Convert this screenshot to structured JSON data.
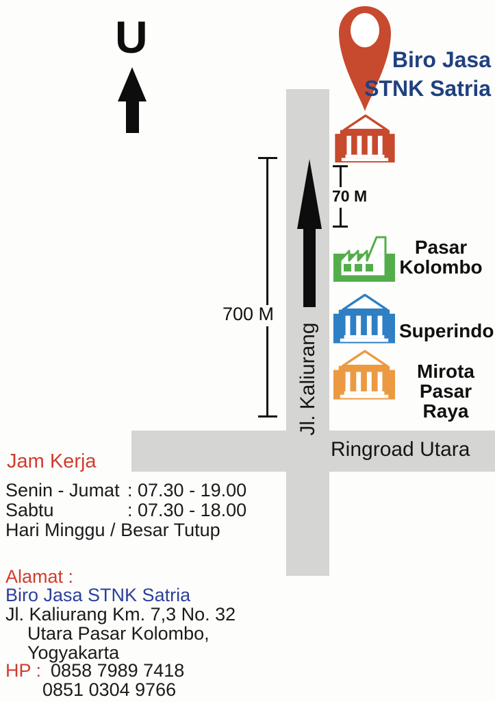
{
  "colors": {
    "pin_red": "#c7492e",
    "factory_green": "#54ad4b",
    "superindo_blue": "#2e7fc4",
    "mirota_orange": "#eb9a42",
    "road_gray": "#d5d5d4",
    "title_navy": "#20407f",
    "accent_red_text": "#d23b2e",
    "address_blue": "#2c3f9c"
  },
  "compass": {
    "label": "U"
  },
  "header": {
    "title_line1": "Biro Jasa",
    "title_line2": "STNK Satria"
  },
  "map": {
    "vertical_road_label": "Jl. Kaliurang",
    "horizontal_road_label": "Ringroad Utara",
    "distance_small": "70 M",
    "distance_large": "700 M",
    "landmarks": [
      {
        "name": "Biro Jasa STNK Satria",
        "icon": "classical-building",
        "color": "#c7492e",
        "label_lines": []
      },
      {
        "name": "Pasar Kolombo",
        "icon": "factory",
        "color": "#54ad4b",
        "label_lines": [
          "Pasar",
          "Kolombo"
        ]
      },
      {
        "name": "Superindo",
        "icon": "classical-building",
        "color": "#2e7fc4",
        "label_lines": [
          "Superindo"
        ]
      },
      {
        "name": "Mirota Pasar Raya",
        "icon": "classical-building",
        "color": "#eb9a42",
        "label_lines": [
          "Mirota",
          "Pasar Raya"
        ]
      }
    ]
  },
  "hours": {
    "heading": "Jam Kerja",
    "rows": [
      {
        "label": "Senin - Jumat",
        "time": ": 07.30 - 19.00"
      },
      {
        "label": "Sabtu",
        "time": ": 07.30 - 18.00"
      }
    ],
    "closed_note": "Hari Minggu / Besar Tutup"
  },
  "address": {
    "heading": "Alamat :",
    "business_name": "Biro Jasa STNK Satria",
    "lines": [
      "Jl. Kaliurang Km. 7,3 No. 32",
      "Utara Pasar Kolombo,",
      "Yogyakarta"
    ],
    "phone_label": "HP :",
    "phones": [
      "0858 7989 7418",
      "0851 0304 9766"
    ]
  }
}
